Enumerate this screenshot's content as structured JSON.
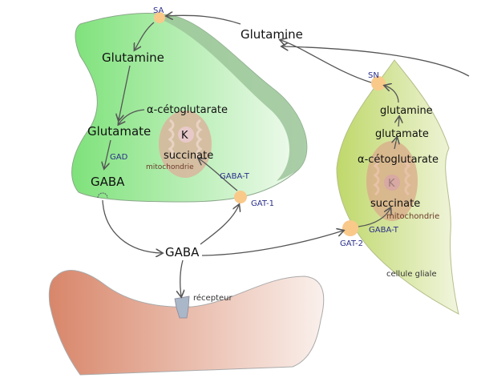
{
  "extracellular": {
    "glutamine": "Glutamine",
    "gaba": "GABA",
    "receptor": "récepteur"
  },
  "neuron": {
    "transporter_in": "SA",
    "glutamine": "Glutamine",
    "alpha_kg": "α-cétoglutarate",
    "glutamate": "Glutamate",
    "enzyme_gad": "GAD",
    "gaba": "GABA",
    "succinate": "succinate",
    "mito_label": "mitochondrie",
    "k_label": "K",
    "enzyme_gabat": "GABA-T",
    "transporter_gat": "GAT-1"
  },
  "glia": {
    "transporter_out": "SN",
    "glutamine": "glutamine",
    "glutamate": "glutamate",
    "alpha_kg": "α-cétoglutarate",
    "k_label": "K",
    "succinate": "succinate",
    "mito_label": "mitochondrie",
    "enzyme_gabat": "GABA-T",
    "transporter_gat": "GAT-2",
    "cell_label": "cellule gliale"
  },
  "colors": {
    "neuron": "#7ee27a",
    "glia": "#c8dc7a",
    "postsynaptic": "#d98a6c",
    "transporter": "#f9c98a",
    "mitochondria": "#d9b59e",
    "enzyme_text": "#2a2f8a"
  }
}
